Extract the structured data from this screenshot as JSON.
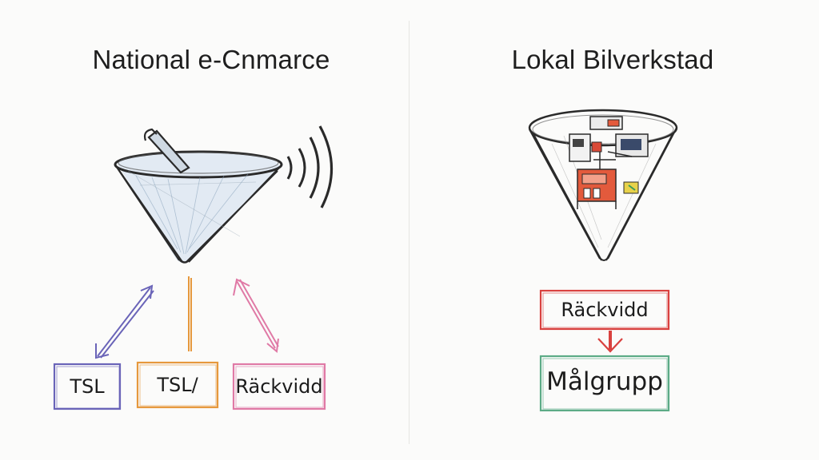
{
  "left_panel": {
    "title": "National e-Cnmarce",
    "boxes": [
      {
        "label": "TSL",
        "color": "#6a64b8"
      },
      {
        "label": "TSL/",
        "color": "#e6983c"
      },
      {
        "label": "Räckvidd",
        "color": "#e07aa6"
      }
    ]
  },
  "right_panel": {
    "title": "Lokal Bilverkstad",
    "boxes": [
      {
        "label": "Räckvidd",
        "color": "#d9413f"
      },
      {
        "label": "Målgrupp",
        "color": "#5cab86"
      }
    ]
  },
  "colors": {
    "ink": "#2a2a2a",
    "funnel_fill": "#d9e6f2",
    "divider": "#e6e6e3"
  }
}
